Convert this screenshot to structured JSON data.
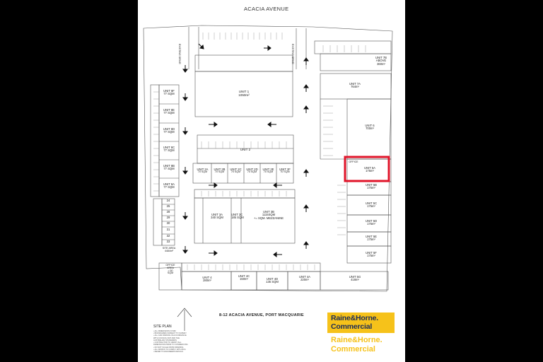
{
  "street": "ACACIA AVENUE",
  "title": "8-12 ACACIA AVENUE, PORT MACQUARIE",
  "site_plan": "SITE PLAN",
  "highlight_color": "#e0142a",
  "brand": {
    "line1": "Raine&Horne.",
    "line2": "Commercial",
    "primary": "#f6c21a",
    "dark": "#1b2b57"
  },
  "units": {
    "u1": [
      "UNIT 1",
      "1050m²"
    ],
    "u2": "UNIT 2",
    "u2row": [
      "UNIT 2A",
      "UNIT 2B",
      "UNIT 2C",
      "UNIT 2D",
      "UNIT 2E",
      "UNIT 2F"
    ],
    "u2sqm": "70 SQM",
    "u7b": [
      "UNIT 7B",
      "ABOVE",
      "360m²"
    ],
    "u7a": [
      "UNIT 7A",
      "764m²"
    ],
    "u6": [
      "UNIT 6",
      "700m²"
    ],
    "u5a": [
      "UNIT 5A",
      "175m²"
    ],
    "u5b": [
      "UNIT 5B",
      "175m²"
    ],
    "u5c": [
      "UNIT 5C",
      "175m²"
    ],
    "u5d": [
      "UNIT 5D",
      "175m²"
    ],
    "u5e": [
      "UNIT 5E",
      "175m²"
    ],
    "u5f": [
      "UNIT 5F",
      "175m²"
    ],
    "u5g": [
      "UNIT 5G",
      "418m²"
    ],
    "u3a": [
      "UNIT 3A",
      "340 SQM"
    ],
    "u3c": [
      "UNIT 3C",
      "185 SQM"
    ],
    "u3b": [
      "UNIT 3B",
      "1115SQM",
      "+= SQM. MEZZANINE"
    ],
    "u4": [
      "UNIT 4",
      "280m²"
    ],
    "u4c": [
      "UNIT 4C",
      "150m²"
    ],
    "u4d": [
      "UNIT 4D",
      "135 SQM"
    ],
    "u4a": [
      "UNIT 4A",
      "220m²"
    ],
    "u8": [
      [
        "UNIT 8F",
        "77 SQM"
      ],
      [
        "UNIT 8E",
        "77 SQM"
      ],
      [
        "UNIT 8D",
        "77 SQM"
      ],
      [
        "UNIT 8C",
        "77 SQM"
      ],
      [
        "UNIT 8B",
        "77 SQM"
      ],
      [
        "UNIT 8A",
        "77 SQM"
      ]
    ],
    "parking_numbers": [
      "24",
      "25",
      "28",
      "29",
      "30",
      "31",
      "32",
      "33"
    ]
  },
  "labels": {
    "existing_drive_left": "EXISTING DRIVE",
    "existing_drive_right": "EXISTING DRIVE",
    "office_area": [
      "OFFICE",
      "AREA",
      "= 50",
      "SQM"
    ],
    "office_small": "OFFICE",
    "site_area": [
      "SITE AREA",
      "4484m²"
    ]
  },
  "notes": [
    "• ALL DIMENSIONS IN MM",
    "• BOUNDARIES SUBJECT TO SURVEY",
    "• ALL CAR PARKING IN ACCORDANCE",
    "  WITH COUNCIL DCP AND THE",
    "  AUSTRALIAN STANDARDS",
    "• CONTRACTOR TO VERIFY ALL",
    "  DIMENSIONS PRIOR TO COMMENCING",
    "• DO NOT SCALE FROM DRAWING",
    "• ALL WORKS TO COMPLY WITH BCA",
    "• REFER TO ENGINEERS DETAILS"
  ]
}
